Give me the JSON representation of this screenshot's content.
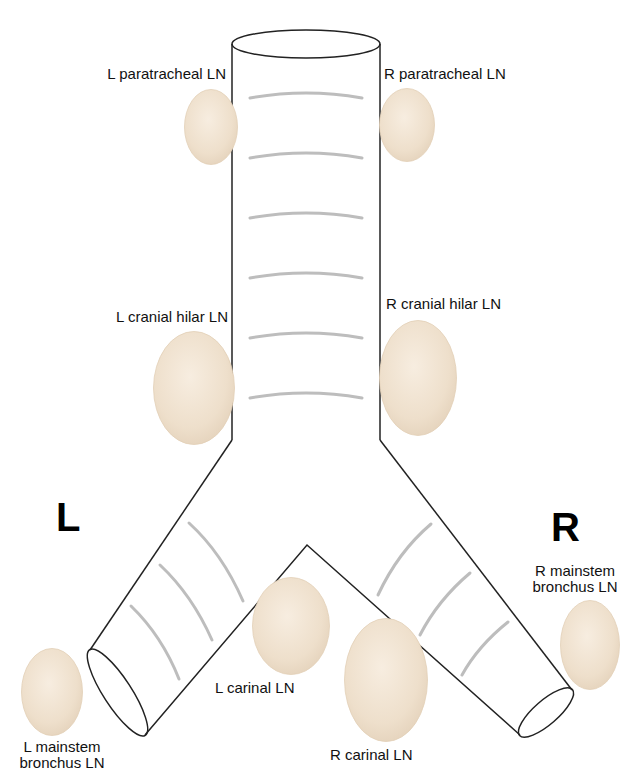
{
  "diagram": {
    "nodes": [
      {
        "text": [
          "L paratracheal LN"
        ]
      },
      {
        "text": [
          "R paratracheal LN"
        ]
      },
      {
        "text": [
          "L cranial hilar LN"
        ]
      },
      {
        "text": [
          "R cranial hilar LN"
        ]
      },
      {
        "text": [
          "L carinal LN"
        ]
      },
      {
        "text": [
          "L mainstem bronchus LN"
        ]
      },
      {
        "text": [
          "R carinal LN"
        ]
      },
      {
        "text": [
          "R mainstem bronchus LN"
        ]
      }
    ],
    "labels": [
      "L",
      "R"
    ]
  }
}
